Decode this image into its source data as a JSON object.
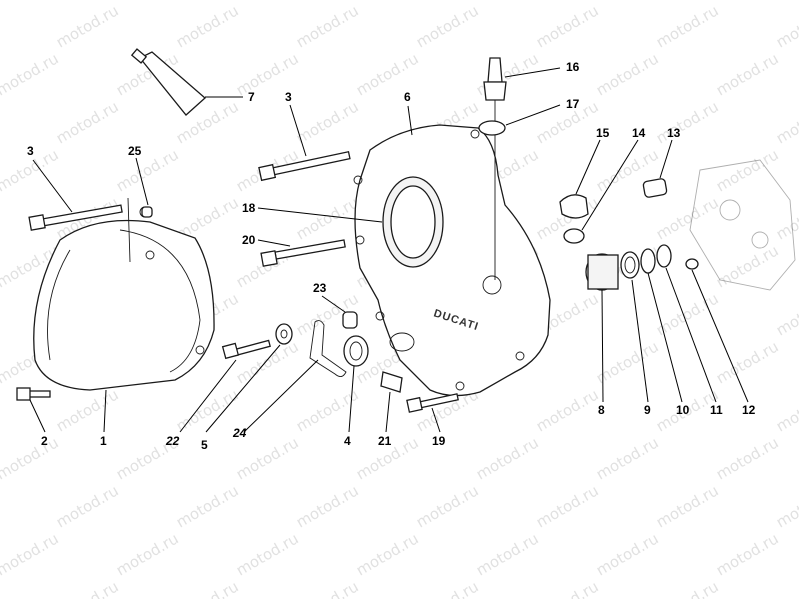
{
  "watermark": "motod.ru",
  "brand": "DUCATI",
  "callouts": {
    "c1": "1",
    "c2": "2",
    "c3a": "3",
    "c3b": "3",
    "c4": "4",
    "c5": "5",
    "c6": "6",
    "c7": "7",
    "c8": "8",
    "c9": "9",
    "c10": "10",
    "c11": "11",
    "c12": "12",
    "c13": "13",
    "c14": "14",
    "c15": "15",
    "c16": "16",
    "c17": "17",
    "c18": "18",
    "c19": "19",
    "c20": "20",
    "c21": "21",
    "c22": "22",
    "c23": "23",
    "c24": "24",
    "c25": "25"
  }
}
